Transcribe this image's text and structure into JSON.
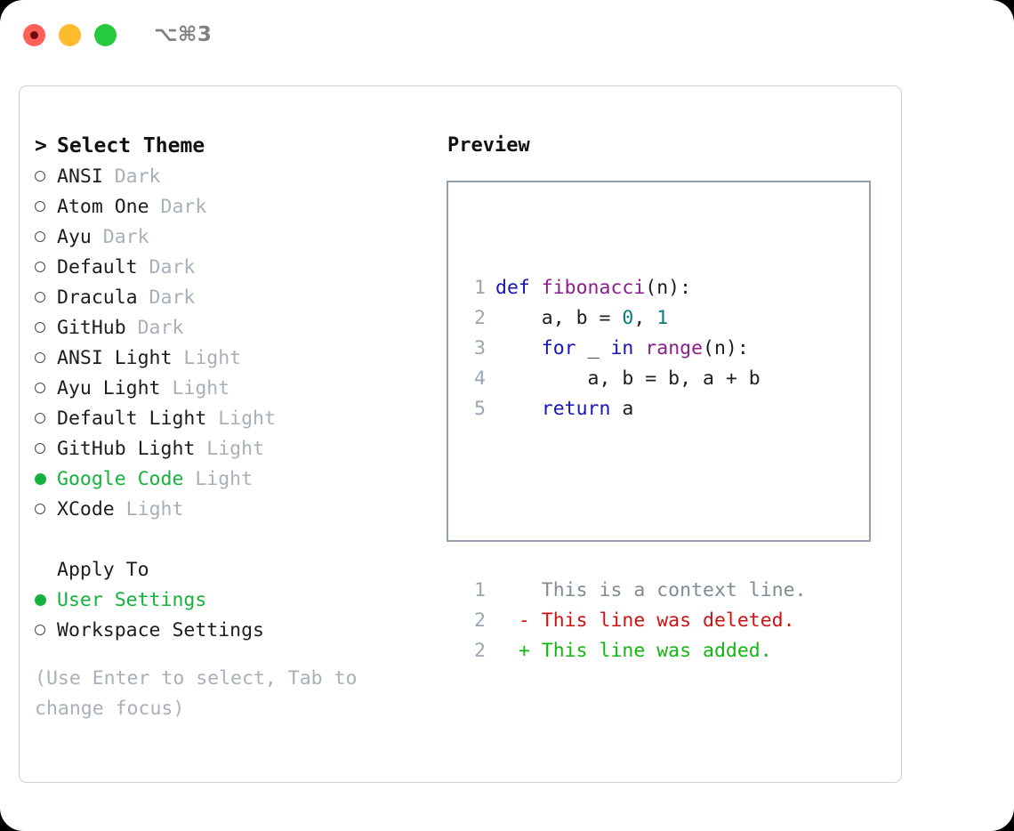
{
  "titlebar": {
    "shortcut": "⌥⌘3",
    "buttons": [
      {
        "name": "close",
        "color": "#ff6058"
      },
      {
        "name": "minimize",
        "color": "#fdbc2e"
      },
      {
        "name": "maximize",
        "color": "#27c93f"
      }
    ]
  },
  "theme_list": {
    "caret": ">",
    "title": "Select Theme",
    "items": [
      {
        "label": "ANSI",
        "suffix": "Dark",
        "selected": false
      },
      {
        "label": "Atom One",
        "suffix": "Dark",
        "selected": false
      },
      {
        "label": "Ayu",
        "suffix": "Dark",
        "selected": false
      },
      {
        "label": "Default",
        "suffix": "Dark",
        "selected": false
      },
      {
        "label": "Dracula",
        "suffix": "Dark",
        "selected": false
      },
      {
        "label": "GitHub",
        "suffix": "Dark",
        "selected": false
      },
      {
        "label": "ANSI Light",
        "suffix": "Light",
        "selected": false
      },
      {
        "label": "Ayu Light",
        "suffix": "Light",
        "selected": false
      },
      {
        "label": "Default Light",
        "suffix": "Light",
        "selected": false
      },
      {
        "label": "GitHub Light",
        "suffix": "Light",
        "selected": false
      },
      {
        "label": "Google Code",
        "suffix": "Light",
        "selected": true
      },
      {
        "label": "XCode",
        "suffix": "Light",
        "selected": false
      }
    ]
  },
  "apply_to": {
    "title": "Apply To",
    "items": [
      {
        "label": "User Settings",
        "selected": true
      },
      {
        "label": "Workspace Settings",
        "selected": false
      }
    ]
  },
  "hint": "(Use Enter to select, Tab to change focus)",
  "preview": {
    "title": "Preview",
    "code_lines": [
      {
        "num": "1",
        "tokens": [
          {
            "t": "def ",
            "c": "kw"
          },
          {
            "t": "fibonacci",
            "c": "fn"
          },
          {
            "t": "(n):",
            "c": "txt"
          }
        ]
      },
      {
        "num": "2",
        "tokens": [
          {
            "t": "    a, b = ",
            "c": "txt"
          },
          {
            "t": "0",
            "c": "num"
          },
          {
            "t": ", ",
            "c": "txt"
          },
          {
            "t": "1",
            "c": "num"
          }
        ]
      },
      {
        "num": "3",
        "tokens": [
          {
            "t": "    ",
            "c": "txt"
          },
          {
            "t": "for",
            "c": "kw"
          },
          {
            "t": " _ ",
            "c": "txt"
          },
          {
            "t": "in",
            "c": "kw"
          },
          {
            "t": " ",
            "c": "txt"
          },
          {
            "t": "range",
            "c": "fn"
          },
          {
            "t": "(n):",
            "c": "txt"
          }
        ]
      },
      {
        "num": "4",
        "tokens": [
          {
            "t": "        a, b = b, a + b",
            "c": "txt"
          }
        ]
      },
      {
        "num": "5",
        "tokens": [
          {
            "t": "    ",
            "c": "txt"
          },
          {
            "t": "return",
            "c": "kw"
          },
          {
            "t": " a",
            "c": "txt"
          }
        ]
      }
    ],
    "diff_lines": [
      {
        "num": "1",
        "marker": "  ",
        "text": "This is a context line.",
        "kind": "ctx"
      },
      {
        "num": "2",
        "marker": "- ",
        "text": "This line was deleted.",
        "kind": "del"
      },
      {
        "num": "2",
        "marker": "+ ",
        "text": "This line was added.",
        "kind": "add"
      }
    ]
  },
  "colors": {
    "accent_green": "#15b23c",
    "muted_gray": "#a9b0ba",
    "keyword_blue": "#1616b3",
    "function_purple": "#8d1d8d",
    "number_teal": "#0b7d7d",
    "diff_deleted_red": "#cc1313",
    "diff_added_green": "#13b713",
    "line_number_gray": "#9aa5b1",
    "panel_border": "#ccd2da",
    "preview_border": "#93a1b0"
  }
}
